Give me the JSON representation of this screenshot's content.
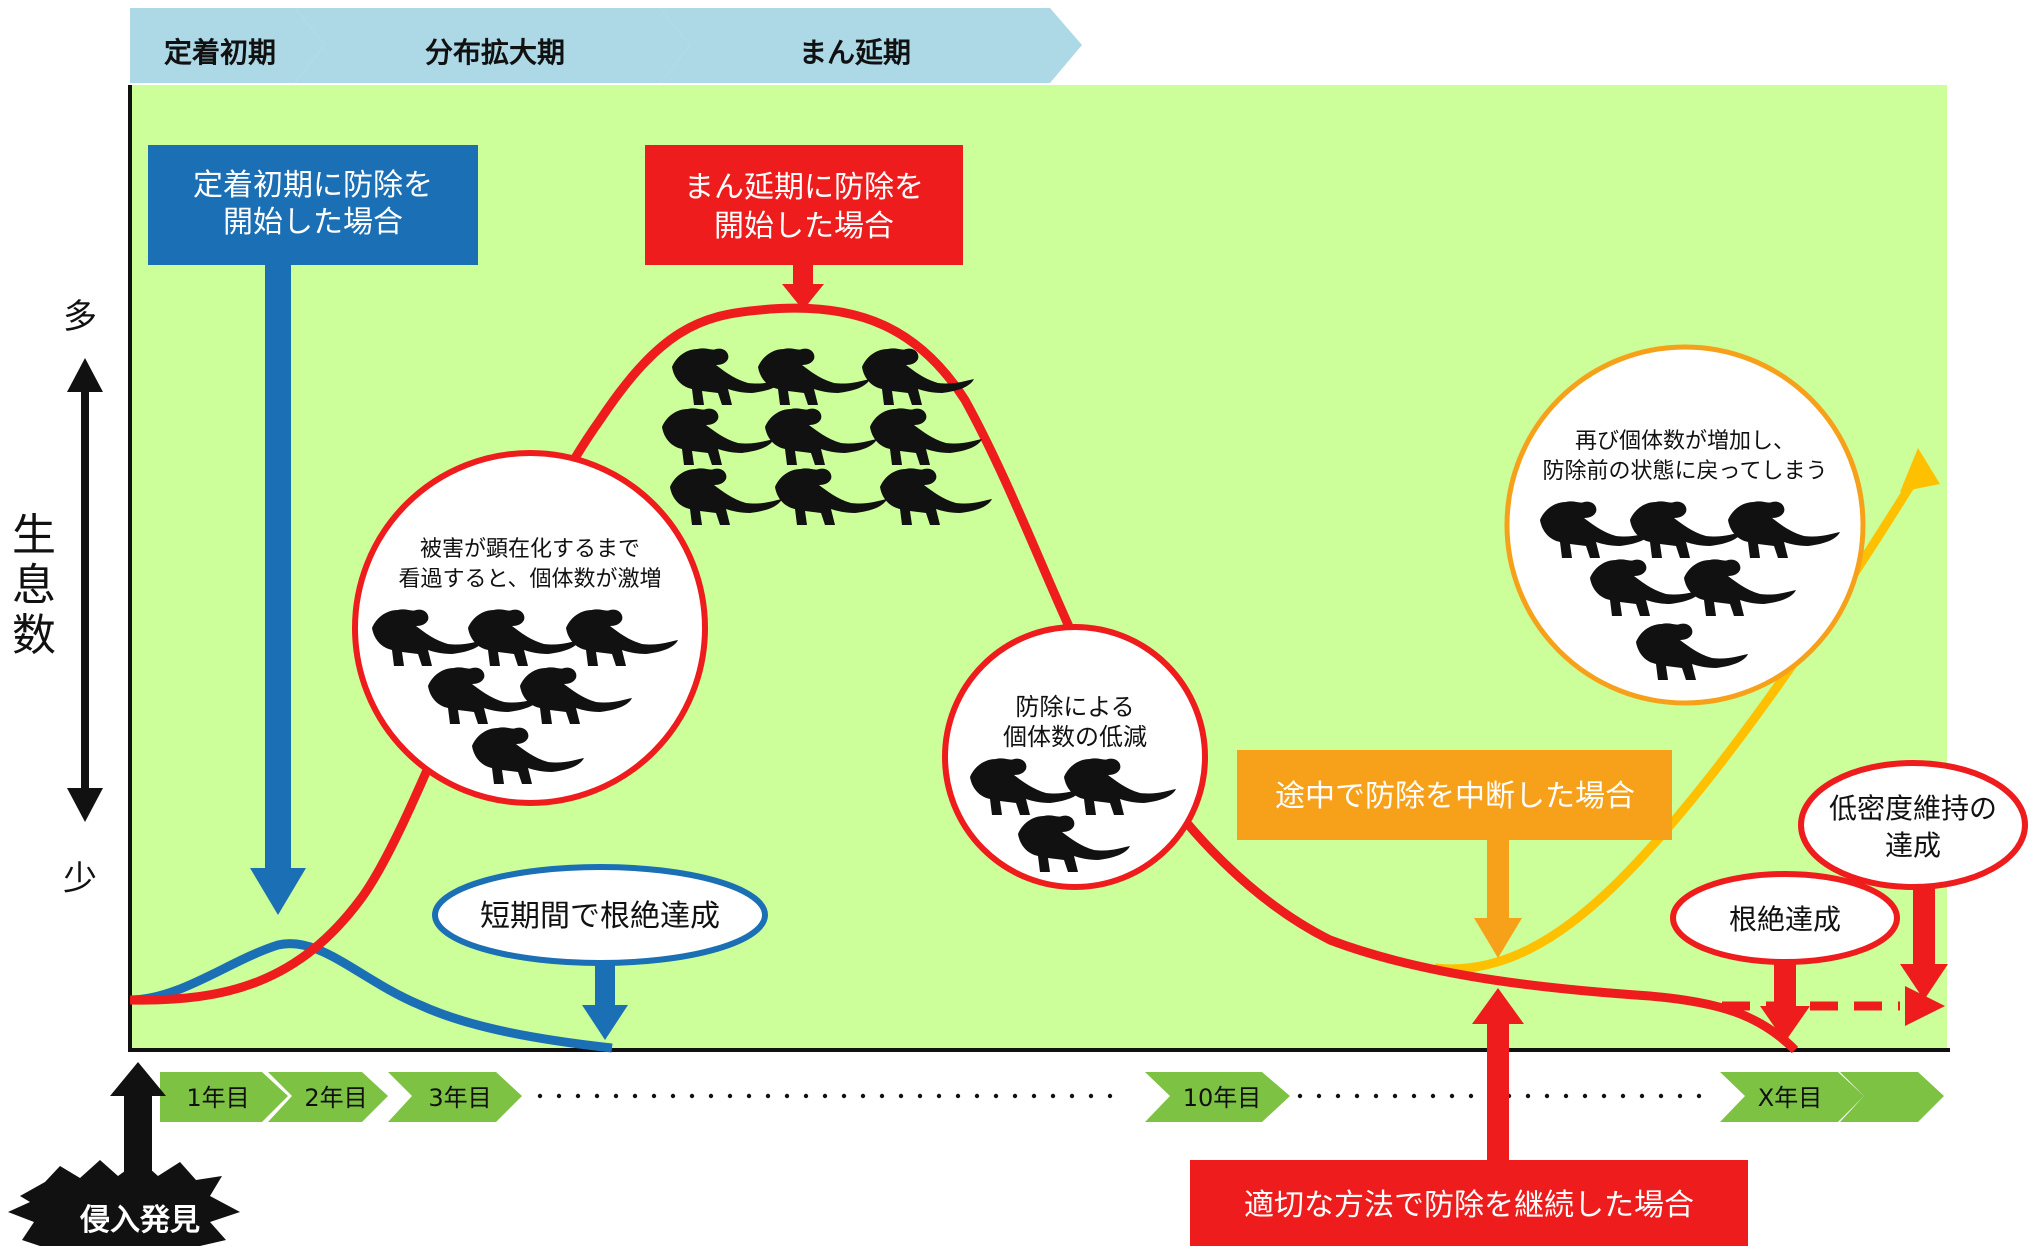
{
  "phases": [
    "定着初期",
    "分布拡大期",
    "まん延期"
  ],
  "y_axis": {
    "label": "生息数",
    "top": "多",
    "bottom": "少"
  },
  "years": [
    "1年目",
    "2年目",
    "3年目",
    "10年目",
    "X年目"
  ],
  "invasion_label": "侵入発見",
  "boxes": {
    "early_start": [
      "定着初期に防除を",
      "開始した場合"
    ],
    "spread_start": [
      "まん延期に防除を",
      "開始した場合"
    ],
    "interrupted": "途中で防除を中断した場合",
    "continued": "適切な方法で防除を継続した場合"
  },
  "ovals": {
    "short_eradication": "短期間で根絶達成",
    "eradication": "根絶達成",
    "low_density": [
      "低密度維持の",
      "達成"
    ]
  },
  "circles": {
    "surge": [
      "被害が顕在化するまで",
      "看過すると、個体数が激増"
    ],
    "reduction": [
      "防除による",
      "個体数の低減"
    ],
    "rebound": [
      "再び個体数が増加し、",
      "防除前の状態に戻ってしまう"
    ]
  },
  "colors": {
    "plot_bg": "#ccff99",
    "phase_arrow": "#add8e6",
    "year_arrow": "#7dc242",
    "blue": "#1a6fb5",
    "red": "#ee1c1c",
    "orange": "#f7a11a",
    "yellow": "#ffc000"
  }
}
